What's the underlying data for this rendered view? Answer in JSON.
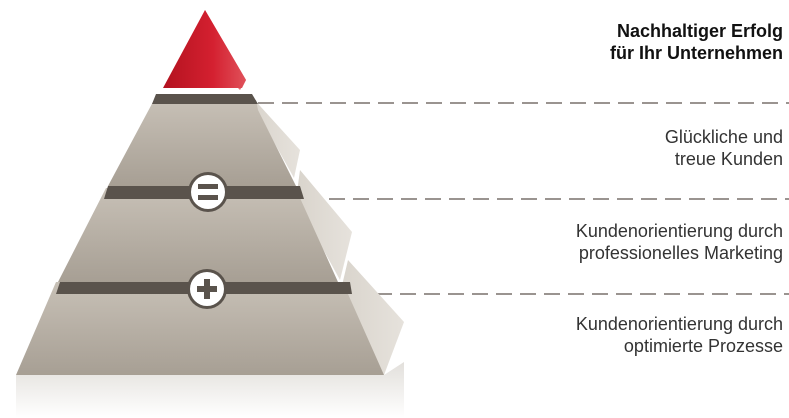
{
  "colors": {
    "apex": "#c81e2b",
    "stone": "#b5ada2",
    "stone_side": "#d2ccc3",
    "seam": "#5a534c",
    "dashed_line": "#9a9490",
    "text": "#333333"
  },
  "levels": [
    {
      "id": "top",
      "lines": [
        "Nachhaltiger Erfolg",
        "für Ihr Unternehmen"
      ]
    },
    {
      "id": "level-2",
      "lines": [
        "Glückliche und",
        "treue Kunden"
      ]
    },
    {
      "id": "level-3",
      "lines": [
        "Kundenorientierung durch",
        "professionelles Marketing"
      ]
    },
    {
      "id": "level-4",
      "lines": [
        "Kundenorientierung durch",
        "optimierte Prozesse"
      ]
    }
  ],
  "symbols": {
    "equals": "equals-icon",
    "plus": "plus-icon"
  }
}
